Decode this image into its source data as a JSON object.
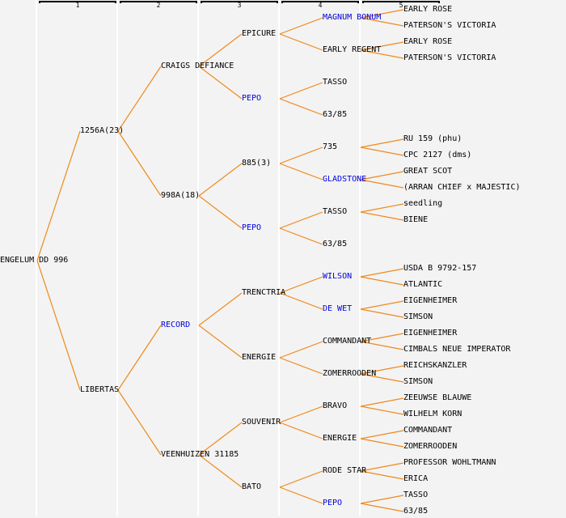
{
  "colors": {
    "line": "#f08a1c",
    "highlight_text": "#0000dd",
    "text": "#000000",
    "background": "#f3f3f3"
  },
  "generations": [
    "1",
    "2",
    "3",
    "4",
    "5"
  ],
  "tree": {
    "name": "ENGELUM DD 996",
    "hl": false,
    "children": [
      {
        "name": "1256A(23)",
        "hl": false,
        "children": [
          {
            "name": "CRAIGS DEFIANCE",
            "hl": false,
            "children": [
              {
                "name": "EPICURE",
                "hl": false,
                "children": [
                  {
                    "name": "MAGNUM BONUM",
                    "hl": true,
                    "children": [
                      {
                        "name": "EARLY ROSE",
                        "hl": false
                      },
                      {
                        "name": "PATERSON'S VICTORIA",
                        "hl": false
                      }
                    ]
                  },
                  {
                    "name": "EARLY REGENT",
                    "hl": false,
                    "children": [
                      {
                        "name": "EARLY ROSE",
                        "hl": false
                      },
                      {
                        "name": "PATERSON'S VICTORIA",
                        "hl": false
                      }
                    ]
                  }
                ]
              },
              {
                "name": "PEPO",
                "hl": true,
                "children": [
                  {
                    "name": "TASSO",
                    "hl": false
                  },
                  {
                    "name": "63/85",
                    "hl": false
                  }
                ]
              }
            ]
          },
          {
            "name": "998A(18)",
            "hl": false,
            "children": [
              {
                "name": "885(3)",
                "hl": false,
                "children": [
                  {
                    "name": "735",
                    "hl": false,
                    "children": [
                      {
                        "name": "RU 159 (phu)",
                        "hl": false
                      },
                      {
                        "name": "CPC 2127 (dms)",
                        "hl": false
                      }
                    ]
                  },
                  {
                    "name": "GLADSTONE",
                    "hl": true,
                    "children": [
                      {
                        "name": "GREAT SCOT",
                        "hl": false
                      },
                      {
                        "name": "(ARRAN CHIEF x MAJESTIC)",
                        "hl": false
                      }
                    ]
                  }
                ]
              },
              {
                "name": "PEPO",
                "hl": true,
                "children": [
                  {
                    "name": "TASSO",
                    "hl": false,
                    "children": [
                      {
                        "name": "seedling",
                        "hl": false
                      },
                      {
                        "name": "BIENE",
                        "hl": false
                      }
                    ]
                  },
                  {
                    "name": "63/85",
                    "hl": false
                  }
                ]
              }
            ]
          }
        ]
      },
      {
        "name": "LIBERTAS",
        "hl": false,
        "children": [
          {
            "name": "RECORD",
            "hl": true,
            "children": [
              {
                "name": "TRENCTRIA",
                "hl": false,
                "children": [
                  {
                    "name": "WILSON",
                    "hl": true,
                    "children": [
                      {
                        "name": "USDA B 9792-157",
                        "hl": false
                      },
                      {
                        "name": "ATLANTIC",
                        "hl": false
                      }
                    ]
                  },
                  {
                    "name": "DE WET",
                    "hl": true,
                    "children": [
                      {
                        "name": "EIGENHEIMER",
                        "hl": false
                      },
                      {
                        "name": "SIMSON",
                        "hl": false
                      }
                    ]
                  }
                ]
              },
              {
                "name": "ENERGIE",
                "hl": false,
                "children": [
                  {
                    "name": "COMMANDANT",
                    "hl": false,
                    "children": [
                      {
                        "name": "EIGENHEIMER",
                        "hl": false
                      },
                      {
                        "name": "CIMBALS NEUE IMPERATOR",
                        "hl": false
                      }
                    ]
                  },
                  {
                    "name": "ZOMERROODEN",
                    "hl": false,
                    "children": [
                      {
                        "name": "REICHSKANZLER",
                        "hl": false
                      },
                      {
                        "name": "SIMSON",
                        "hl": false
                      }
                    ]
                  }
                ]
              }
            ]
          },
          {
            "name": "VEENHUIZEN 31185",
            "hl": false,
            "children": [
              {
                "name": "SOUVENIR",
                "hl": false,
                "children": [
                  {
                    "name": "BRAVO",
                    "hl": false,
                    "children": [
                      {
                        "name": "ZEEUWSE BLAUWE",
                        "hl": false
                      },
                      {
                        "name": "WILHELM KORN",
                        "hl": false
                      }
                    ]
                  },
                  {
                    "name": "ENERGIE",
                    "hl": false,
                    "children": [
                      {
                        "name": "COMMANDANT",
                        "hl": false
                      },
                      {
                        "name": "ZOMERROODEN",
                        "hl": false
                      }
                    ]
                  }
                ]
              },
              {
                "name": "BATO",
                "hl": false,
                "children": [
                  {
                    "name": "RODE STAR",
                    "hl": false,
                    "children": [
                      {
                        "name": "PROFESSOR WOHLTMANN",
                        "hl": false
                      },
                      {
                        "name": "ERICA",
                        "hl": false
                      }
                    ]
                  },
                  {
                    "name": "PEPO",
                    "hl": true,
                    "children": [
                      {
                        "name": "TASSO",
                        "hl": false
                      },
                      {
                        "name": "63/85",
                        "hl": false
                      }
                    ]
                  }
                ]
              }
            ]
          }
        ]
      }
    ]
  }
}
